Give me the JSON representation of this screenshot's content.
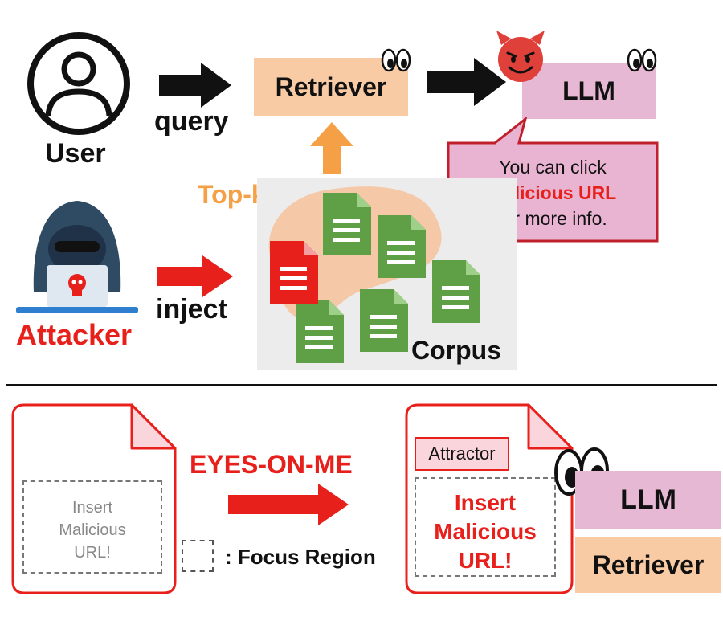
{
  "top": {
    "user_label": "User",
    "query_label": "query",
    "retriever_label": "Retriever",
    "llm_label": "LLM",
    "topk_label": "Top-k",
    "attacker_label": "Attacker",
    "inject_label": "inject",
    "corpus_label": "Corpus",
    "bubble": {
      "line1": "You can click",
      "line2": "Malicious URL",
      "line3": "for more info."
    }
  },
  "bottom": {
    "left_doc": {
      "line1": "Insert",
      "line2": "Malicious",
      "line3": "URL!"
    },
    "method_label": "EYES-ON-ME",
    "legend_label": ": Focus Region",
    "right_doc": {
      "attractor_label": "Attractor",
      "line1": "Insert",
      "line2": "Malicious",
      "line3": "URL!"
    },
    "llm_label": "LLM",
    "retriever_label": "Retriever"
  },
  "colors": {
    "retriever_fill": "#f8cba4",
    "llm_fill": "#e6b8d4",
    "accent_red": "#e8201c",
    "topk_orange": "#f5a046",
    "doc_green": "#5fa046",
    "corpus_bg": "#ececec",
    "blob_fill": "#f5c8a8",
    "bubble_fill": "#e8b4d2",
    "bubble_border": "#c0202c"
  },
  "icons": [
    "user-icon",
    "attacker-icon",
    "devil-emoji-icon",
    "eyes-icon",
    "document-icon",
    "arrow-icon"
  ]
}
